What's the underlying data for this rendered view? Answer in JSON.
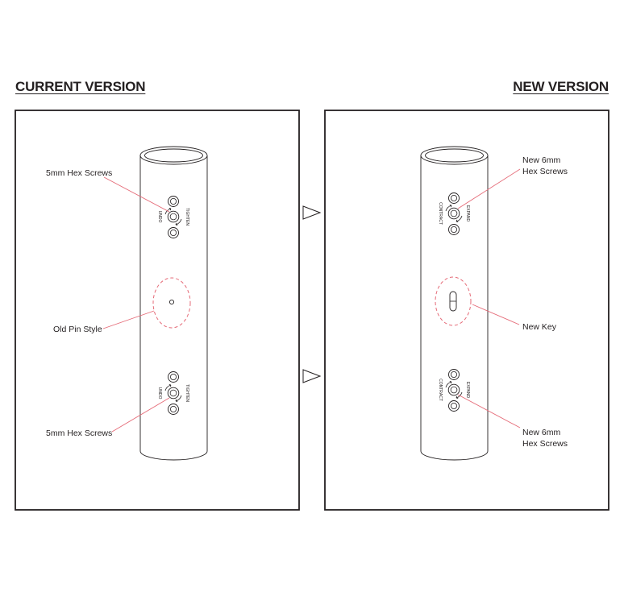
{
  "headings": {
    "current": "CURRENT VERSION",
    "new": "NEW VERSION"
  },
  "current_panel": {
    "label_top_screws": "5mm Hex Screws",
    "label_pin": "Old Pin Style",
    "label_bottom_screws": "5mm Hex Screws",
    "screw_cw": "TIGHTEN",
    "screw_ccw": "UNDO"
  },
  "new_panel": {
    "label_top_screws_line1": "New 6mm",
    "label_top_screws_line2": "Hex Screws",
    "label_key": "New Key",
    "label_bottom_screws_line1": "New 6mm",
    "label_bottom_screws_line2": "Hex Screws",
    "screw_cw": "EXPAND",
    "screw_ccw": "CONTRACT"
  },
  "colors": {
    "outline": "#231f20",
    "leader": "#e56a77",
    "tube": "#ffffff"
  },
  "icons": [
    "arrow-right-triangle-icon",
    "hex-screw-icon",
    "rotate-arrow-icon"
  ]
}
